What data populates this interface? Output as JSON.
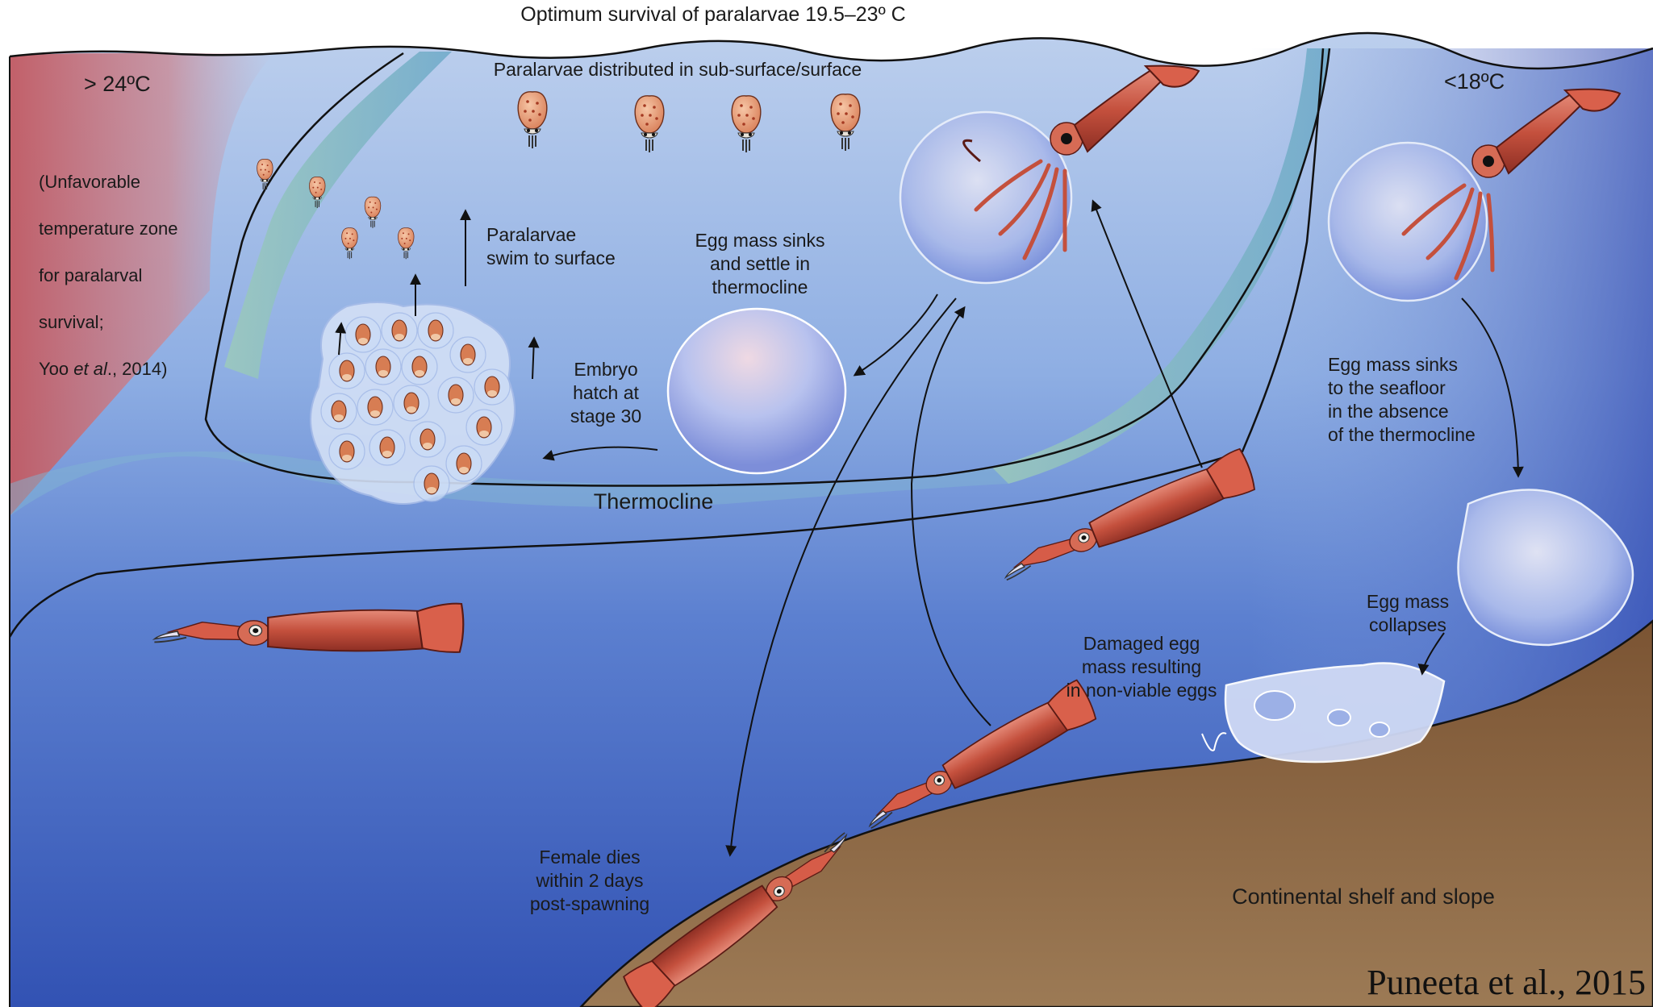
{
  "labels": {
    "title": "Optimum survival of paralarvae 19.5–23º C",
    "subsurface": "Paralarvae distributed in sub-surface/surface",
    "warm_temp": "> 24ºC",
    "cold_temp": "<18ºC",
    "unfavorable": {
      "line1": "(Unfavorable",
      "line2": "temperature zone",
      "line3": "for paralarval",
      "line4": "survival;",
      "cite_author": "Yoo ",
      "cite_etal": "et al",
      "cite_year": "., 2014)"
    },
    "swim_to_surface": "Paralarvae\nswim to surface",
    "egg_sinks_thermocline": "Egg mass sinks\nand settle in\nthermocline",
    "embryo_hatch": "Embryo\nhatch at\nstage 30",
    "thermocline": "Thermocline",
    "sinks_seafloor": "Egg mass sinks\nto the seafloor\nin the absence\nof the thermocline",
    "egg_collapses": "Egg mass\ncollapses",
    "damaged_egg": "Damaged egg\nmass resulting\nin non-viable eggs",
    "female_dies": "Female dies\nwithin 2 days\npost-spawning",
    "shelf": "Continental shelf and slope",
    "credit": "Puneeta et al., 2015"
  },
  "colors": {
    "sea_top": "#b9cdec",
    "sea_bottom": "#3250b2",
    "warm_zone": "#c05a63",
    "thermocline_band": "#9cc7b8",
    "seafloor": "#8c6442",
    "squid_body": "#c1503d",
    "egg_mass": "#c8d5f2",
    "arrow": "#111111"
  },
  "icons": {
    "paralarva": "squid-paralarva-icon",
    "adult_squid": "squid-icon",
    "egg_mass": "egg-mass-icon",
    "arrow": "arrow-icon"
  }
}
